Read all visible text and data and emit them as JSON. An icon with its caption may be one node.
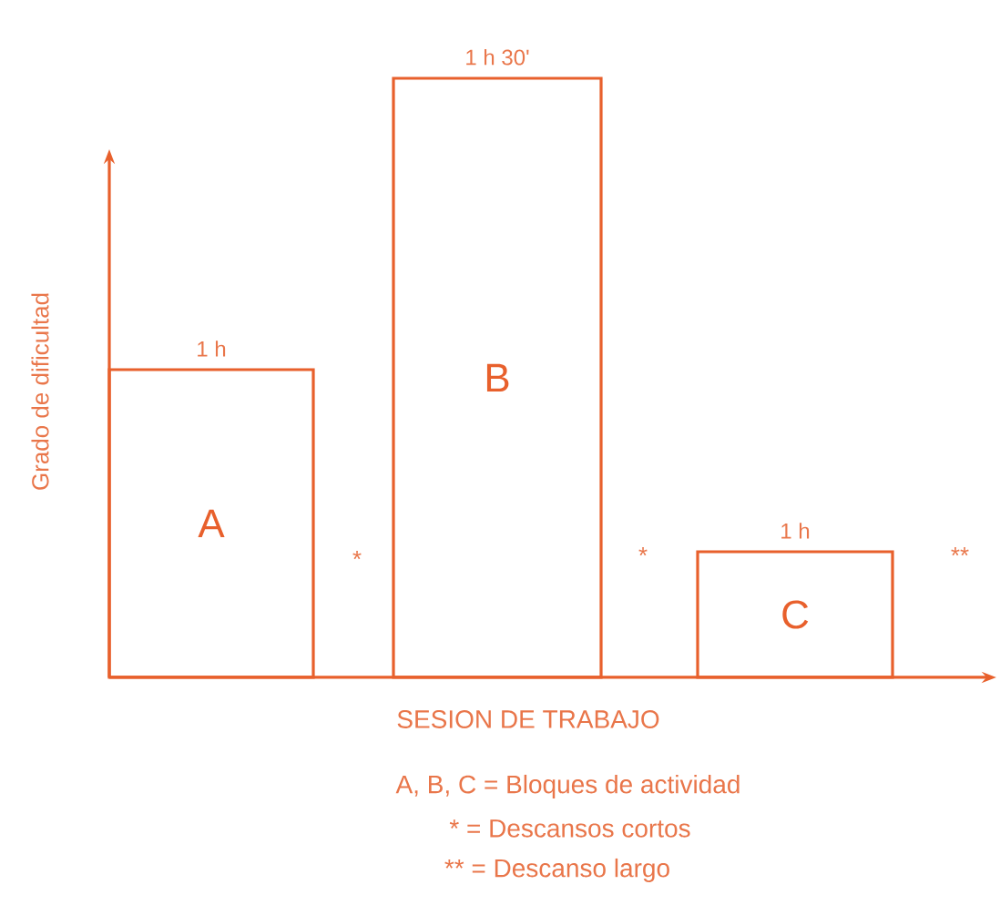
{
  "diagram": {
    "nodes": [
      {
        "text": [
          "A"
        ],
        "beside": [
          "1 h"
        ]
      },
      {
        "text": [
          "B"
        ],
        "beside": [
          "1 h 30'"
        ]
      },
      {
        "text": [
          "C"
        ],
        "beside": [
          "1 h"
        ]
      }
    ],
    "labels": [
      "Grado de dificultad",
      "*",
      "*",
      "**",
      "SESION DE TRABAJO",
      "A, B, C = Bloques de actividad",
      "* = Descansos cortos",
      "** = Descanso largo"
    ]
  }
}
